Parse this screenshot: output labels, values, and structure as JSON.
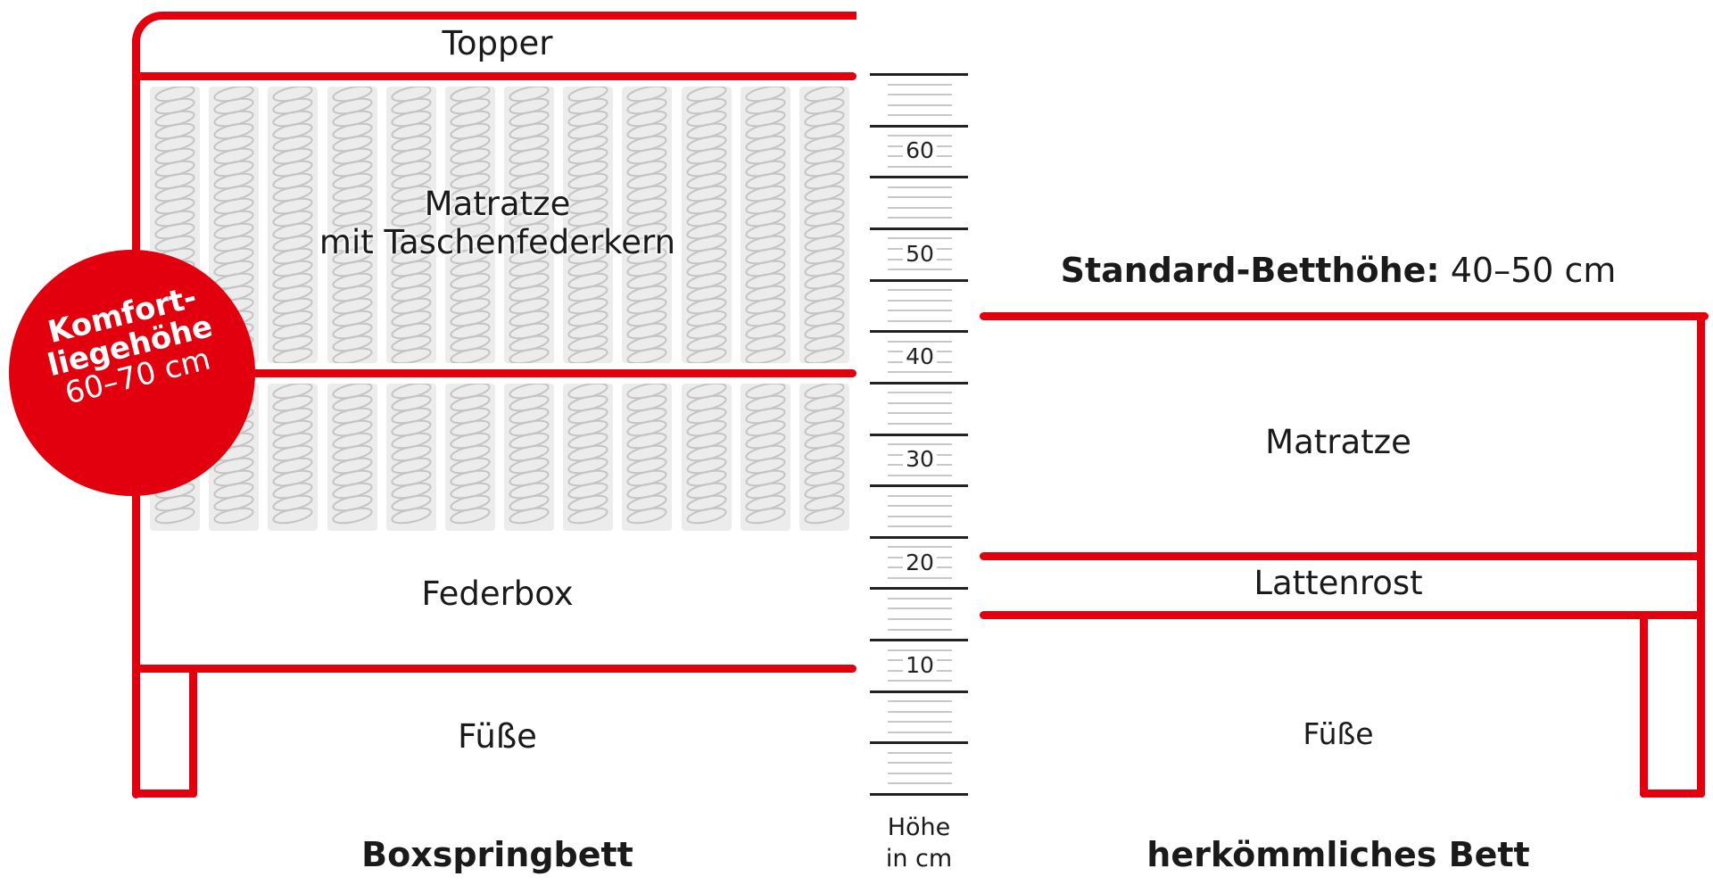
{
  "boxspring": {
    "title": "Boxspringbett",
    "layers": {
      "topper": "Topper",
      "mattress_line1": "Matratze",
      "mattress_line2": "mit Taschenfederkern",
      "box": "Federbox",
      "feet": "Füße"
    },
    "badge": {
      "line1": "Komfort-",
      "line2": "liegehöhe",
      "line3": "60–70 cm",
      "color": "#e2000f"
    },
    "spring_columns": 12
  },
  "ruler": {
    "labels": [
      "60",
      "50",
      "40",
      "30",
      "20",
      "10"
    ],
    "unit_line1": "Höhe",
    "unit_line2": "in cm",
    "max_cm": 70,
    "min_cm": 0,
    "major_step_cm": 5,
    "minor_step_cm": 1
  },
  "conventional": {
    "title": "herkömmliches Bett",
    "standard_height_label": "Standard-Betthöhe:",
    "standard_height_value": "40–50 cm",
    "layers": {
      "mattress": "Matratze",
      "slatted_frame": "Lattenrost",
      "feet": "Füße"
    }
  },
  "colors": {
    "accent": "#e2000f",
    "text": "#1a1a1a",
    "spring_fill": "#ececec",
    "spring_stroke": "#c4c4c4"
  }
}
